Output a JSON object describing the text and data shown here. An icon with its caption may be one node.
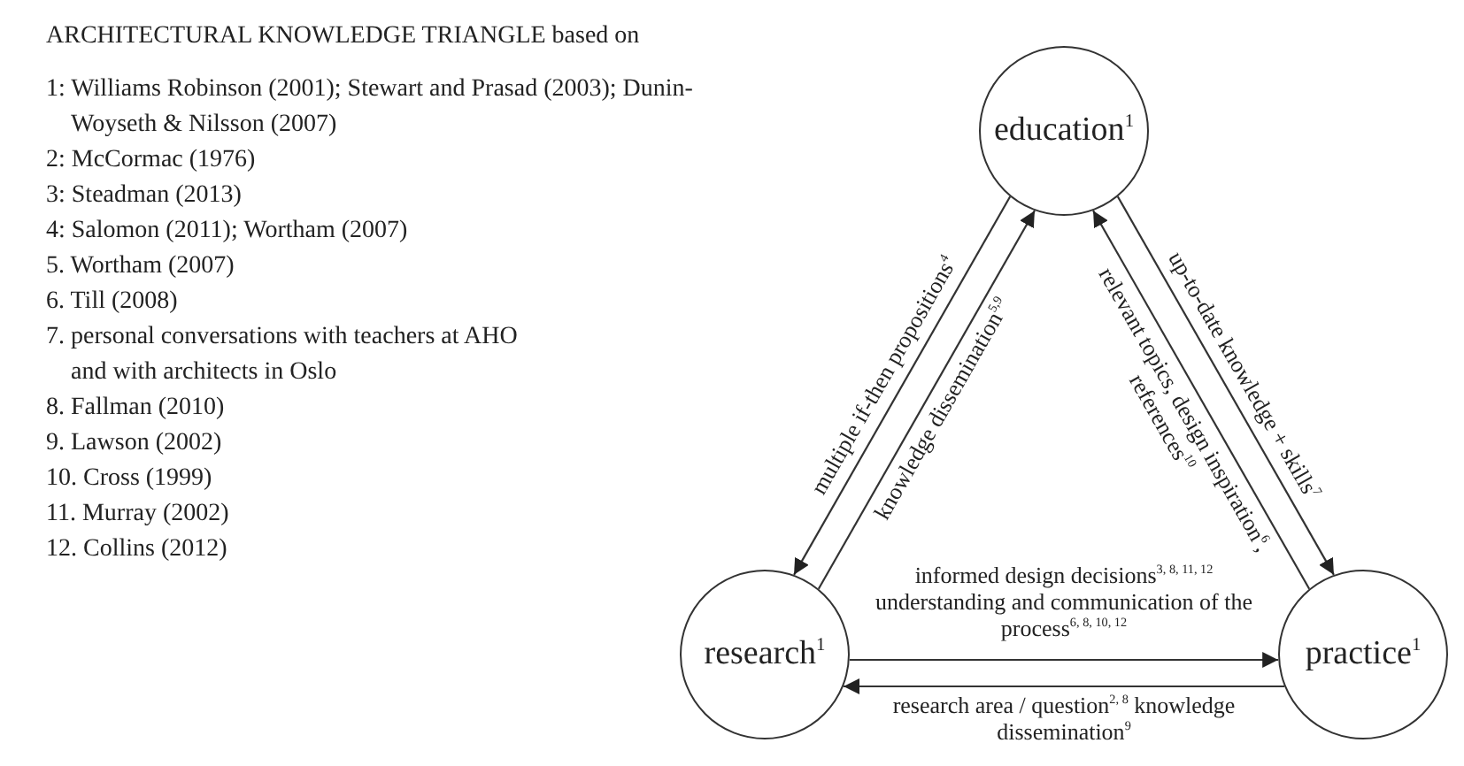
{
  "diagram": {
    "title": "ARCHITECTURAL KNOWLEDGE TRIANGLE based on",
    "nodes": [
      {
        "text": [
          "education$^{1}$"
        ]
      },
      {
        "text": [
          "research$^{1}$"
        ]
      },
      {
        "text": [
          "practice$^{1}$"
        ]
      }
    ],
    "edges": [
      {
        "from": 0,
        "to": 1,
        "arrow": "to",
        "label": "multiple if-then propositions$^{4}$"
      },
      {
        "from": 1,
        "to": 0,
        "arrow": "to",
        "label": "knowledge dissemination$^{5,9}$"
      },
      {
        "from": 2,
        "to": 0,
        "arrow": "to",
        "label": "relevant topics, design inspiration$^{6}$, references$^{10}$"
      },
      {
        "from": 0,
        "to": 2,
        "arrow": "to",
        "label": "up-to-date knowledge + skills$^{7}$"
      },
      {
        "from": 1,
        "to": 2,
        "arrow": "to",
        "label": "informed design decisions$^{3, 8, 11, 12}$ understanding and communication of the process$^{6, 8, 10, 12}$"
      },
      {
        "from": 2,
        "to": 1,
        "arrow": "to",
        "label": "research area / question$^{2, 8}$ knowledge dissemination$^{9}$"
      }
    ],
    "labels": [
      "1: Williams Robinson (2001); Stewart and Prasad (2003); Dunin-Woyseth & Nilsson (2007)",
      "2: McCormac (1976)",
      "3: Steadman (2013)",
      "4: Salomon (2011); Wortham (2007)",
      "5. Wortham (2007)",
      "6. Till (2008)",
      "7. personal conversations with teachers at AHO and with architects in Oslo",
      "8. Fallman (2010)",
      "9. Lawson (2002)",
      "10. Cross (1999)",
      "11. Murray (2002)",
      "12. Collins (2012)"
    ]
  }
}
